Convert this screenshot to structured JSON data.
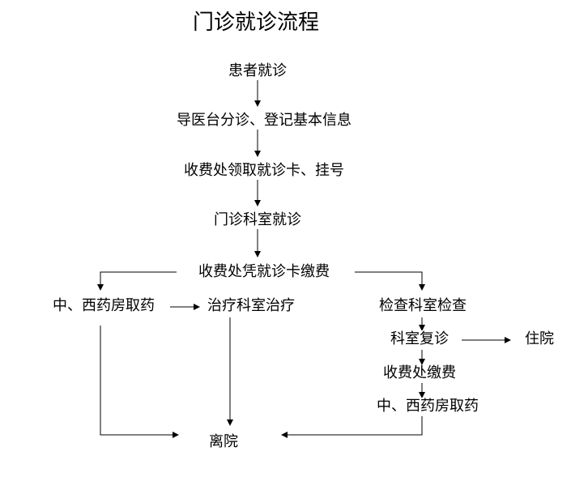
{
  "title": "门诊就诊流程",
  "nodes": {
    "visit": "患者就诊",
    "triage": "导医台分诊、登记基本信息",
    "register": "收费处领取就诊卡、挂号",
    "department": "门诊科室就诊",
    "pay_card": "收费处凭就诊卡缴费",
    "pharmacy_left": "中、西药房取药",
    "treatment": "治疗科室治疗",
    "exam": "检查科室检查",
    "revisit": "科室复诊",
    "hospitalize": "住院",
    "pay_fee": "收费处缴费",
    "pharmacy_right": "中、西药房取药",
    "discharge": "离院"
  }
}
